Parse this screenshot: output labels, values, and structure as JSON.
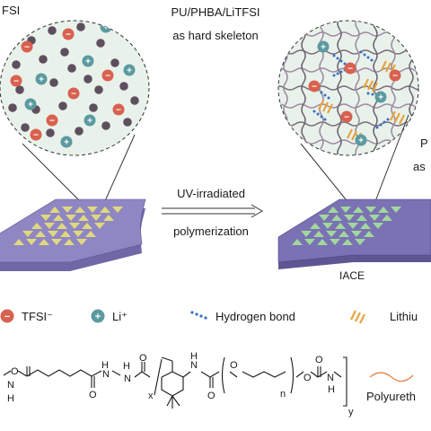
{
  "labels": {
    "left_top": "FSI",
    "right_title_line1": "PU/PHBA/LiTFSI",
    "right_title_line2": "as hard skeleton",
    "right_side_line1": "P",
    "right_side_line2": "as",
    "arrow_top": "UV-irradiated",
    "arrow_bottom": "polymerization",
    "product": "IACE"
  },
  "legend": {
    "tfsi_label": "TFSI⁻",
    "li_label": "Li⁺",
    "hbond_label": "Hydrogen bond",
    "lithium_label": "Lithiu"
  },
  "ions": {
    "tfsi_symbol": "−",
    "li_symbol": "+"
  },
  "structure": {
    "o1": "O",
    "n1": "N",
    "h1": "H",
    "o2": "O",
    "h2": "H",
    "n2": "N",
    "o3": "O",
    "h3": "H",
    "n3": "N",
    "x_sub": "x",
    "n4": "N",
    "h4": "H",
    "o5": "O",
    "o6": "O",
    "n_sub": "n",
    "o7": "O",
    "o8": "O",
    "n5": "N",
    "h5": "H",
    "y_sub": "y",
    "right_label": "Polyureth"
  },
  "colors": {
    "membrane": "#8f86c4",
    "membrane_dark": "#6f67a6",
    "tfsi": "#d9614f",
    "li": "#5b9aa0",
    "dark_particle": "#5e4f5e",
    "bubble": "#e8f2ea",
    "hbond": "#3a6fc1",
    "lithium_bond": "#e8a33a",
    "triangles_left": "#e6dc7a",
    "triangles_right": "#a3dc9a"
  }
}
